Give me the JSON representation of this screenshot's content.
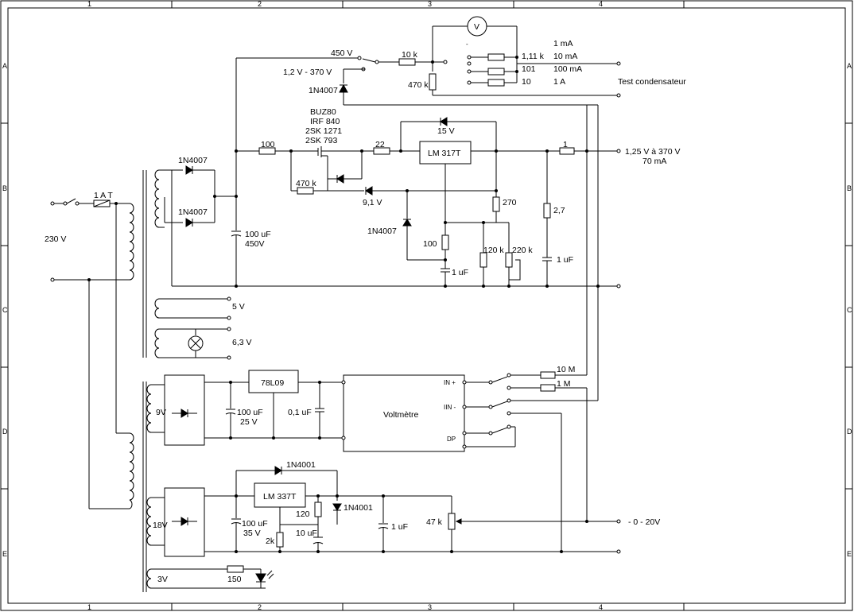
{
  "grid": {
    "cols": [
      "1",
      "2",
      "3",
      "4"
    ],
    "rows": [
      "A",
      "B",
      "C",
      "D",
      "E"
    ]
  },
  "labels": {
    "mains_fuse": "1 A T",
    "mains_voltage": "230 V",
    "bridge_diode_top": "1N4007",
    "bridge_diode_bottom": "1N4007",
    "filter_cap": "100 uF",
    "filter_cap_v": "450V",
    "sel_450": "450 V",
    "sel_range": "1,2 V - 370 V",
    "diode_sel": "1N4007",
    "r_10k": "10 k",
    "r_470k_v": "470 k",
    "voltmeter_symbol": "V",
    "shunt_111k": "1,11 k",
    "shunt_101": "101",
    "shunt_10": "10",
    "range_1ma": "1 mA",
    "range_10ma": "10 mA",
    "range_100ma": "100 mA",
    "range_1a": "1 A",
    "test_condensateur": "Test condensateur",
    "mosfet_1": "BUZ80",
    "mosfet_2": "IRF 840",
    "mosfet_3": "2SK 1271",
    "mosfet_4": "2SK 793",
    "r_100_gate": "100",
    "r_22": "22",
    "lm317": "LM 317T",
    "zener_15": "15 V",
    "r_1": "1",
    "output_hv": "1,25 V à 370 V",
    "output_hv_i": "70 mA",
    "r_470k_gate": "470 k",
    "zener_91": "9,1 V",
    "r_270": "270",
    "r_27": "2,7",
    "diode_adj": "1N4007",
    "r_100_adj": "100",
    "r_120k": "120 k",
    "pot_220k": "220 k",
    "cap_1uf_adj": "1 uF",
    "cap_1uf_out": "1 uF",
    "sec_5v": "5 V",
    "sec_63v": "6,3 V",
    "sec_9v": "9V",
    "reg_7809": "78L09",
    "cap_100uf_25": "100 uF",
    "cap_100uf_25v": "25 V",
    "cap_01uf": "0,1 uF",
    "voltmetre": "Voltmètre",
    "in_plus": "IN +",
    "in_minus": "IIN -",
    "dp": "DP",
    "r_10m": "10 M",
    "r_1m": "1 M",
    "sec_18v": "18V",
    "diode_1n4001_top": "1N4001",
    "lm337": "LM 337T",
    "diode_1n4001_right": "1N4001",
    "r_120": "120",
    "cap_100uf_35": "100 uF",
    "cap_100uf_35v": "35 V",
    "r_2k": "2k",
    "cap_10uf": "10 uF",
    "cap_1uf_lv": "1 uF",
    "pot_47k": "47 k",
    "output_lv": "- 0  - 20V",
    "sec_3v": "3V",
    "r_150": "150"
  }
}
